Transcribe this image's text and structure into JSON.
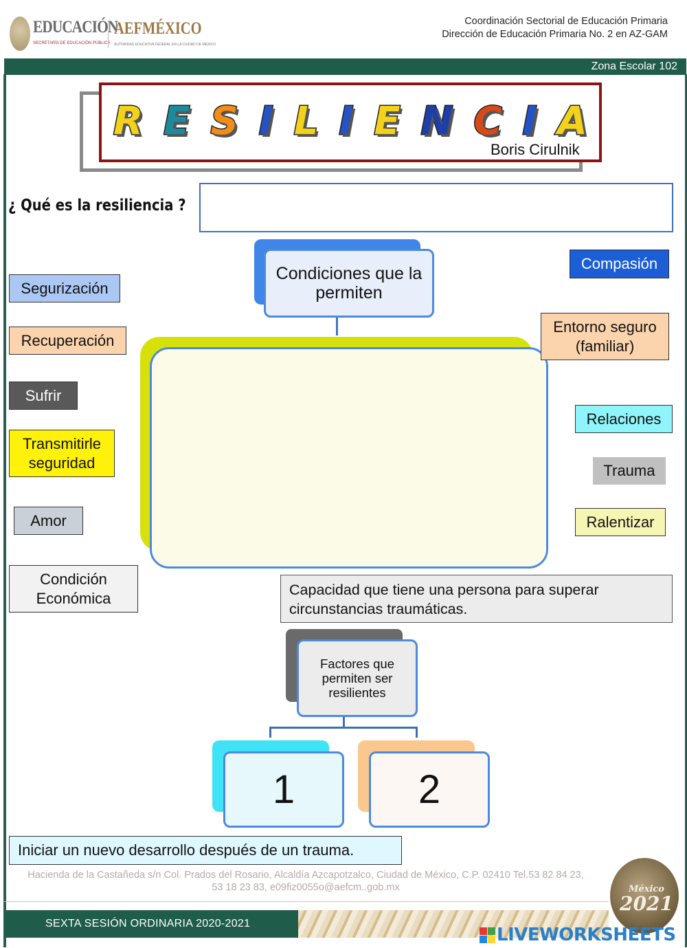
{
  "header": {
    "logo_left_word": "EDUCACIÓN",
    "logo_left_sub": "SECRETARÍA DE EDUCACIÓN PÚBLICA",
    "logo_right_word_a": "AEF",
    "logo_right_word_b": "MÉXICO",
    "logo_right_sub": "AUTORIDAD EDUCATIVA FEDERAL EN LA CIUDAD DE MÉXICO",
    "line1": "Coordinación Sectorial de Educación Primaria",
    "line2": "Dirección de Educación Primaria No. 2 en AZ-GAM",
    "zona": "Zona Escolar 102"
  },
  "title": {
    "letters": [
      "R",
      "E",
      "S",
      "I",
      "L",
      "I",
      "E",
      "N",
      "C",
      "I",
      "A"
    ],
    "letter_colors": [
      "#f2d21a",
      "#1e8a9c",
      "#f28c1a",
      "#2453c6",
      "#f2d21a",
      "#2453c6",
      "#f2d21a",
      "#1e3fa8",
      "#d64a1a",
      "#2453c6",
      "#f2d21a"
    ],
    "author": "Boris Cirulnik"
  },
  "question": {
    "text": "¿ Qué es la resiliencia ?",
    "answer": ""
  },
  "diagram": {
    "center_label": "Condiciones que la permiten",
    "drop_area": ""
  },
  "words_left": [
    {
      "text": "Segurización",
      "bg": "#abc8f5",
      "fg": "#111111"
    },
    {
      "text": "Recuperación",
      "bg": "#fbd4ad",
      "fg": "#111111"
    },
    {
      "text": "Sufrir",
      "bg": "#595959",
      "fg": "#ffffff"
    },
    {
      "text": "Transmitirle seguridad",
      "bg": "#fff20a",
      "fg": "#111111"
    },
    {
      "text": "Amor",
      "bg": "#c9d0d8",
      "fg": "#111111"
    },
    {
      "text": "Condición Económica",
      "bg": "#f2f2f2",
      "fg": "#111111"
    }
  ],
  "words_right": [
    {
      "text": "Compasión",
      "bg": "#1b5ed6",
      "fg": "#ffffff"
    },
    {
      "text": "Entorno seguro (familiar)",
      "bg": "#fbd4ad",
      "fg": "#111111"
    },
    {
      "text": "Relaciones",
      "bg": "#8ff5fb",
      "fg": "#111111"
    },
    {
      "text": "Trauma",
      "bg": "#c0c0c0",
      "fg": "#111111"
    },
    {
      "text": "Ralentizar",
      "bg": "#f6f6b4",
      "fg": "#111111"
    }
  ],
  "definition": "Capacidad que tiene una persona para superar circunstancias traumáticas.",
  "factors": {
    "label": "Factores que permiten ser resilientes",
    "item1": "1",
    "item2": "2"
  },
  "phrase": "Iniciar un nuevo desarrollo después de un trauma.",
  "footer": {
    "address_line1": "Hacienda de la Castañeda s/n Col. Prados del Rosario, Alcaldía Azcapotzalco, Ciudad de México, C.P. 02410 Tel.53 82 84 23,",
    "address_line2": "53 18 23 83, e09fiz0055o@aefcm..gob.mx",
    "session": "SEXTA SESIÓN ORDINARIA 2020-2021",
    "emblem_line1": "México",
    "emblem_year": "2021",
    "brand": "LIVEWORKSHEETS"
  }
}
